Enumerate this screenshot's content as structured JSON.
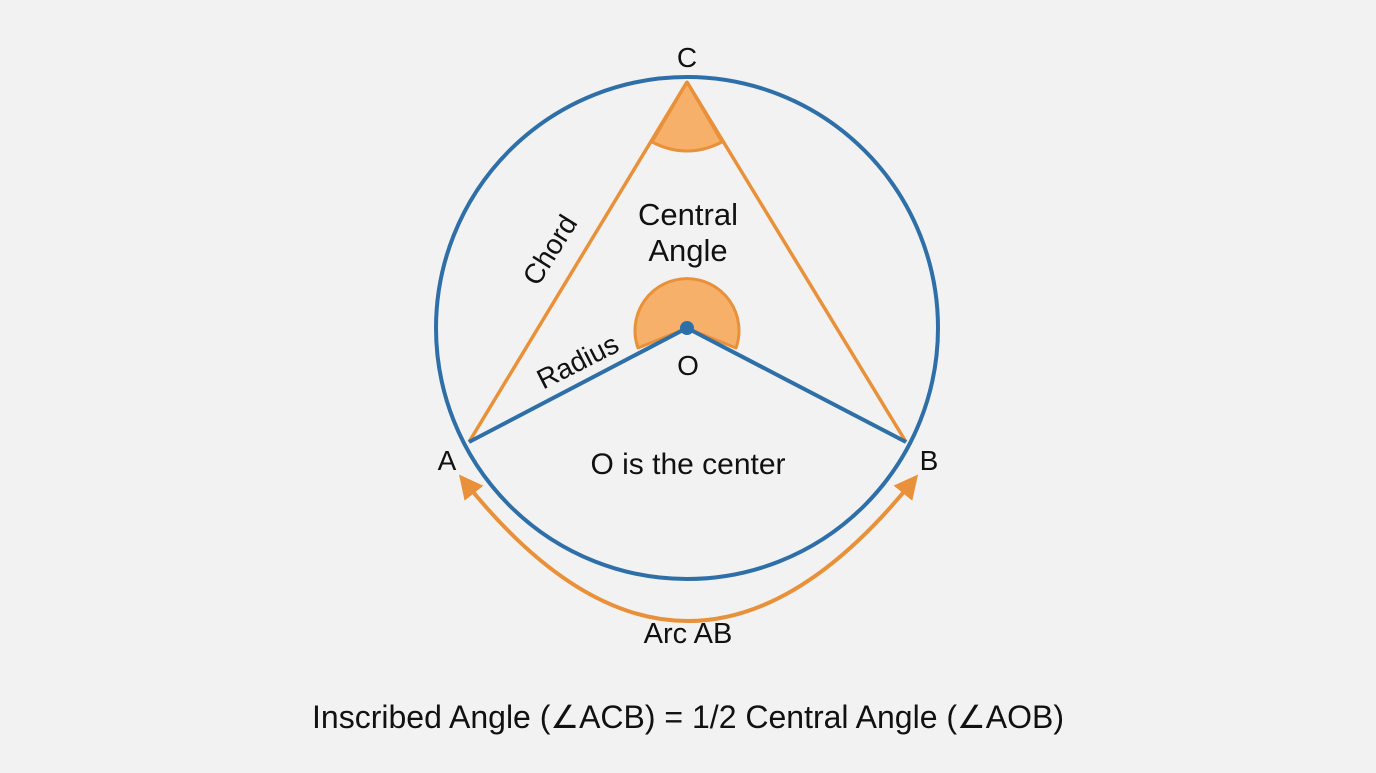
{
  "diagram": {
    "points": {
      "a": "A",
      "b": "B",
      "c": "C",
      "o": "O"
    },
    "labels": {
      "chord": "Chord",
      "radius": "Radius",
      "central_angle_line1": "Central",
      "central_angle_line2": "Angle",
      "center_note": "O is the center",
      "arc": "Arc AB"
    },
    "formula": "Inscribed Angle (∠ACB) = 1/2 Central Angle (∠AOB)",
    "colors": {
      "circle": "#2f6fa8",
      "radius": "#2f6fa8",
      "chord": "#e8913a",
      "angle_fill": "#f7b06a",
      "angle_stroke": "#e8913a",
      "arc_arrow": "#e8913a",
      "center_dot": "#2f6fa8",
      "text": "#111111",
      "background": "#f1f2f1"
    }
  }
}
